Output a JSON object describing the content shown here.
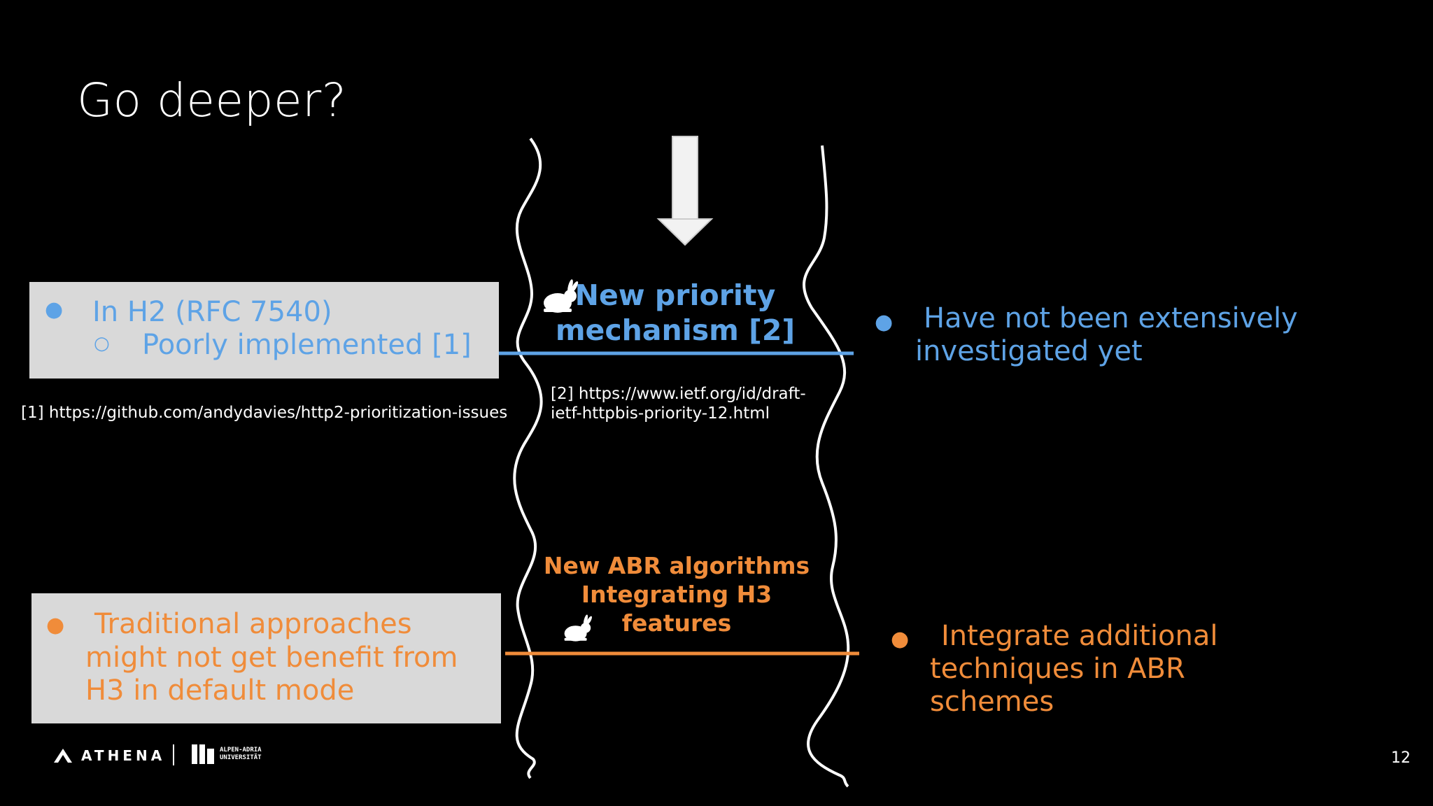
{
  "slide": {
    "title": "Go deeper?",
    "page_number": "12"
  },
  "left_top_box": {
    "bullet": "●",
    "line1": "In H2 (RFC 7540)",
    "sub_bullet": "○",
    "line2": "Poorly implemented [1]"
  },
  "ref1": "[1] https://github.com/andydavies/http2-prioritization-issues",
  "center_top": {
    "line1": "New priority",
    "line2": "mechanism [2]"
  },
  "ref2": {
    "line1": "[2] https://www.ietf.org/id/draft-",
    "line2": "ietf-httpbis-priority-12.html"
  },
  "right_top": {
    "bullet": "●",
    "line1": "Have not been extensively",
    "line2": "investigated yet"
  },
  "left_bottom_box": {
    "bullet": "●",
    "line1": "Traditional approaches",
    "line2": "might not get benefit from",
    "line3": "H3 in default mode"
  },
  "center_bottom": {
    "line1": "New ABR algorithms",
    "line2": "Integrating H3",
    "line3": "features"
  },
  "right_bottom": {
    "bullet": "●",
    "line1": "Integrate additional",
    "line2": "techniques in ABR",
    "line3": "schemes"
  },
  "footer": {
    "athena_logo": "ATHENA",
    "uni_logo_line1": "ALPEN-ADRIA",
    "uni_logo_line2": "UNIVERSITÄT"
  },
  "colors": {
    "blue": "#5ea3e6",
    "orange": "#f08c3a",
    "box_gray": "#d9d9d9"
  },
  "icons": [
    "rabbit-icon",
    "down-arrow-icon"
  ]
}
